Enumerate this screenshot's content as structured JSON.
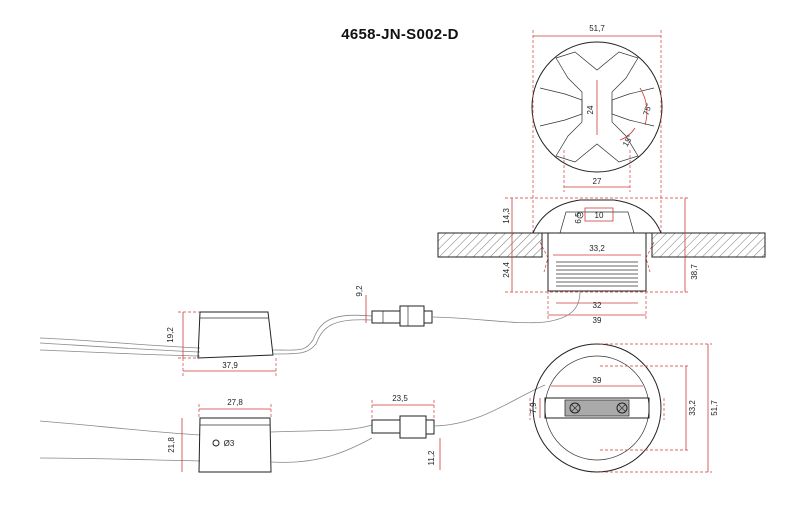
{
  "title": "4658-JN-S002-D",
  "dimensions": {
    "top_width": "51,7",
    "top_slot_height": "24",
    "top_angle_75": "75°",
    "top_angle_15": "15°",
    "top_slot_width": "27",
    "side_cap_height": "14,3",
    "side_window_height": "6,5",
    "side_window_width": "10",
    "side_inner_width": "33,2",
    "side_body_height": "24,4",
    "side_total_height": "38,7",
    "side_bottom_width": "32",
    "side_cut_width": "39",
    "driver1_height": "19,2",
    "driver1_width": "37,9",
    "connector1_height": "9,2",
    "driver2_width": "27,8",
    "driver2_height": "21,8",
    "driver2_hole": "Ø3",
    "connector2_width": "23,5",
    "connector2_height": "11,2",
    "bottom_inner_width": "39",
    "bottom_plate_height": "7,9",
    "bottom_inner_height": "33,2",
    "bottom_outer_height": "51,7"
  }
}
